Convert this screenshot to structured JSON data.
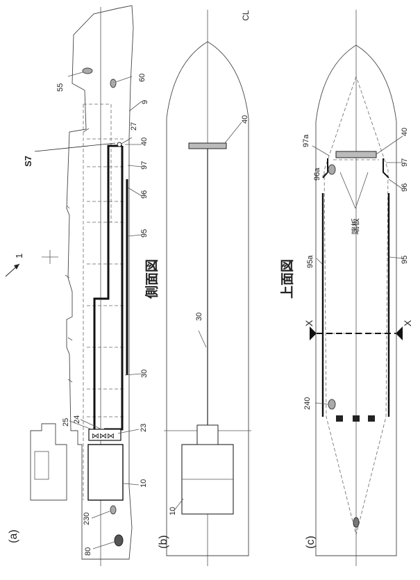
{
  "panels": {
    "a": "(a)",
    "b": "(b)",
    "c": "(c)"
  },
  "titles": {
    "side_view": "側面図",
    "top_view": "上面図"
  },
  "labels": {
    "ship": "1",
    "s7": "S7",
    "cl": "CL",
    "x_left": "X",
    "x_right": "X",
    "end_plate": "端板"
  },
  "refs_a": {
    "r55": "55",
    "r60": "60",
    "r9": "9",
    "r27": "27",
    "r40": "40",
    "r97": "97",
    "r96": "96",
    "r95": "95",
    "r30": "30",
    "r25": "25",
    "r24": "24",
    "r23": "23",
    "r10": "10",
    "r230": "230",
    "r80": "80"
  },
  "refs_b": {
    "r40": "40",
    "r30": "30",
    "r10": "10"
  },
  "refs_c": {
    "r40": "40",
    "r97a": "97a",
    "r96a": "96a",
    "r97": "97",
    "r96": "96",
    "r95a": "95a",
    "r95": "95",
    "r240": "240"
  }
}
